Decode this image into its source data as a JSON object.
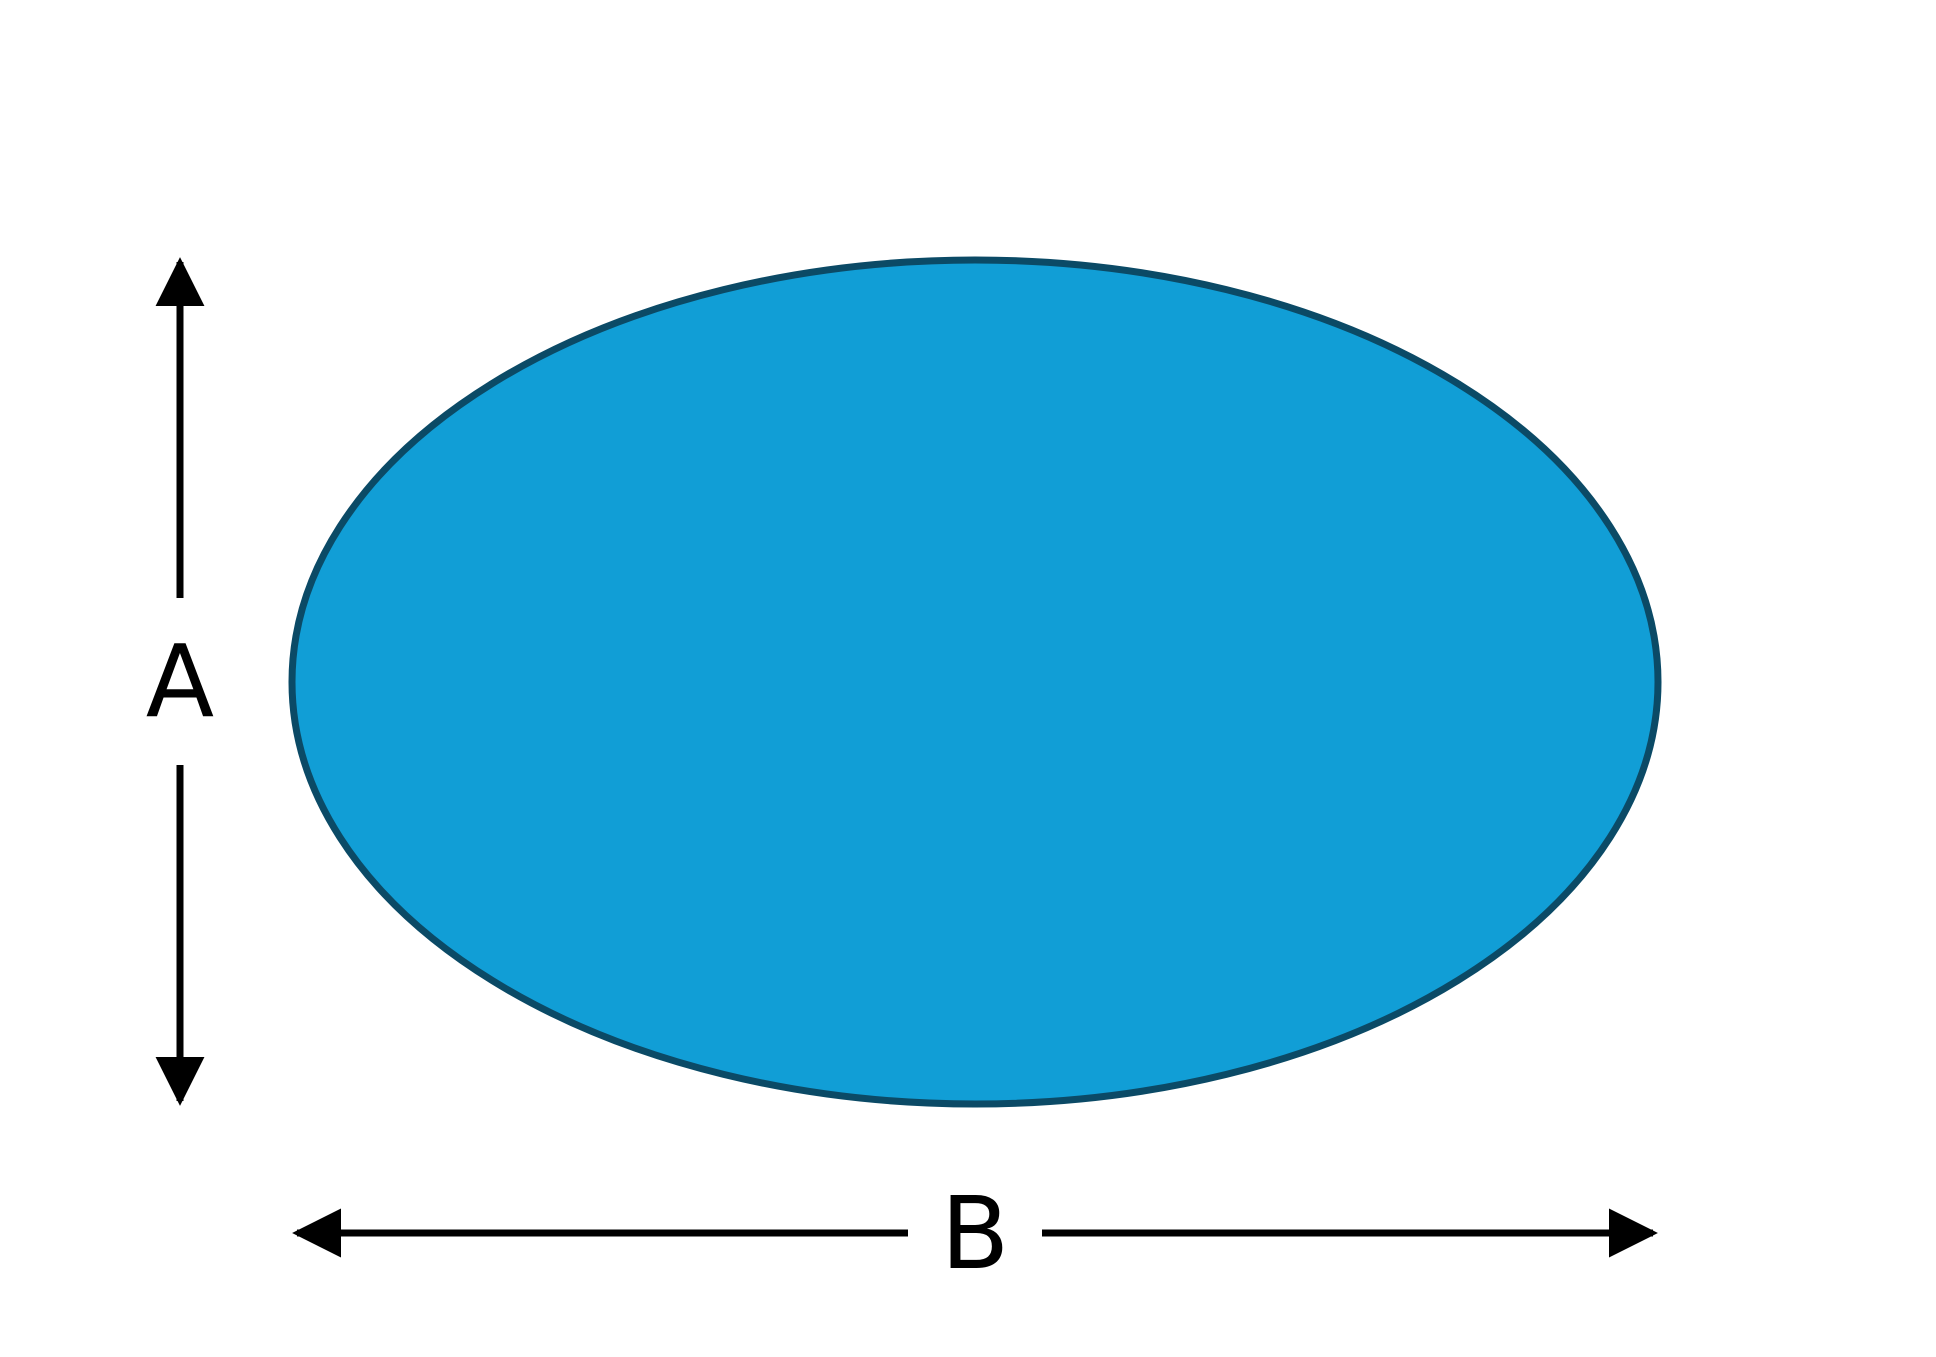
{
  "diagram": {
    "shape": "ellipse",
    "colors": {
      "fill": "#119ed6",
      "stroke": "#0b4a66",
      "arrows": "#000000",
      "background": "#ffffff"
    },
    "dimensions": {
      "height_label": "A",
      "width_label": "B"
    }
  }
}
